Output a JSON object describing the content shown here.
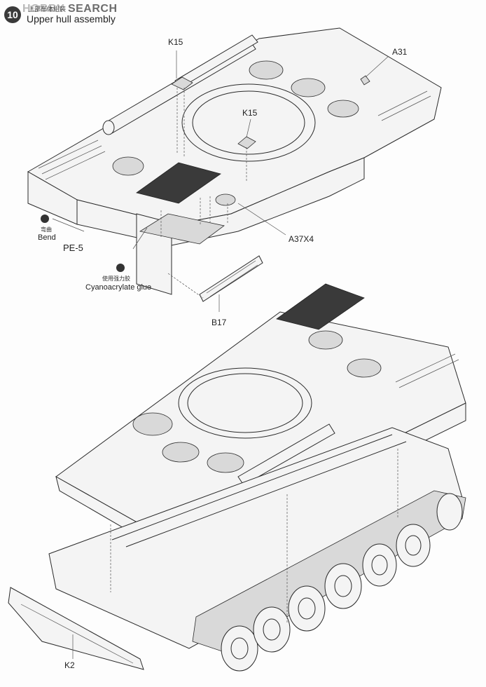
{
  "header": {
    "watermark_brand": "HOBBY",
    "watermark_search": "SEARCH",
    "step_number": "10",
    "title_zh": "上部车体组装",
    "title_en": "Upper hull assembly"
  },
  "callouts": {
    "k15_top": "K15",
    "k15_mid": "K15",
    "a31": "A31",
    "a37x4": "A37X4",
    "pe5": "PE-5",
    "b17": "B17",
    "k2": "K2"
  },
  "notes": {
    "bend": {
      "zh": "弯曲",
      "en": "Bend",
      "icon": "bend-icon"
    },
    "glue": {
      "zh": "使用强力胶",
      "en": "Cyanoacrylate glue",
      "icon": "glue-icon"
    }
  },
  "colors": {
    "line": "#2a2a2a",
    "mesh": "#3a3a3a",
    "paper": "#fdfdfd"
  }
}
